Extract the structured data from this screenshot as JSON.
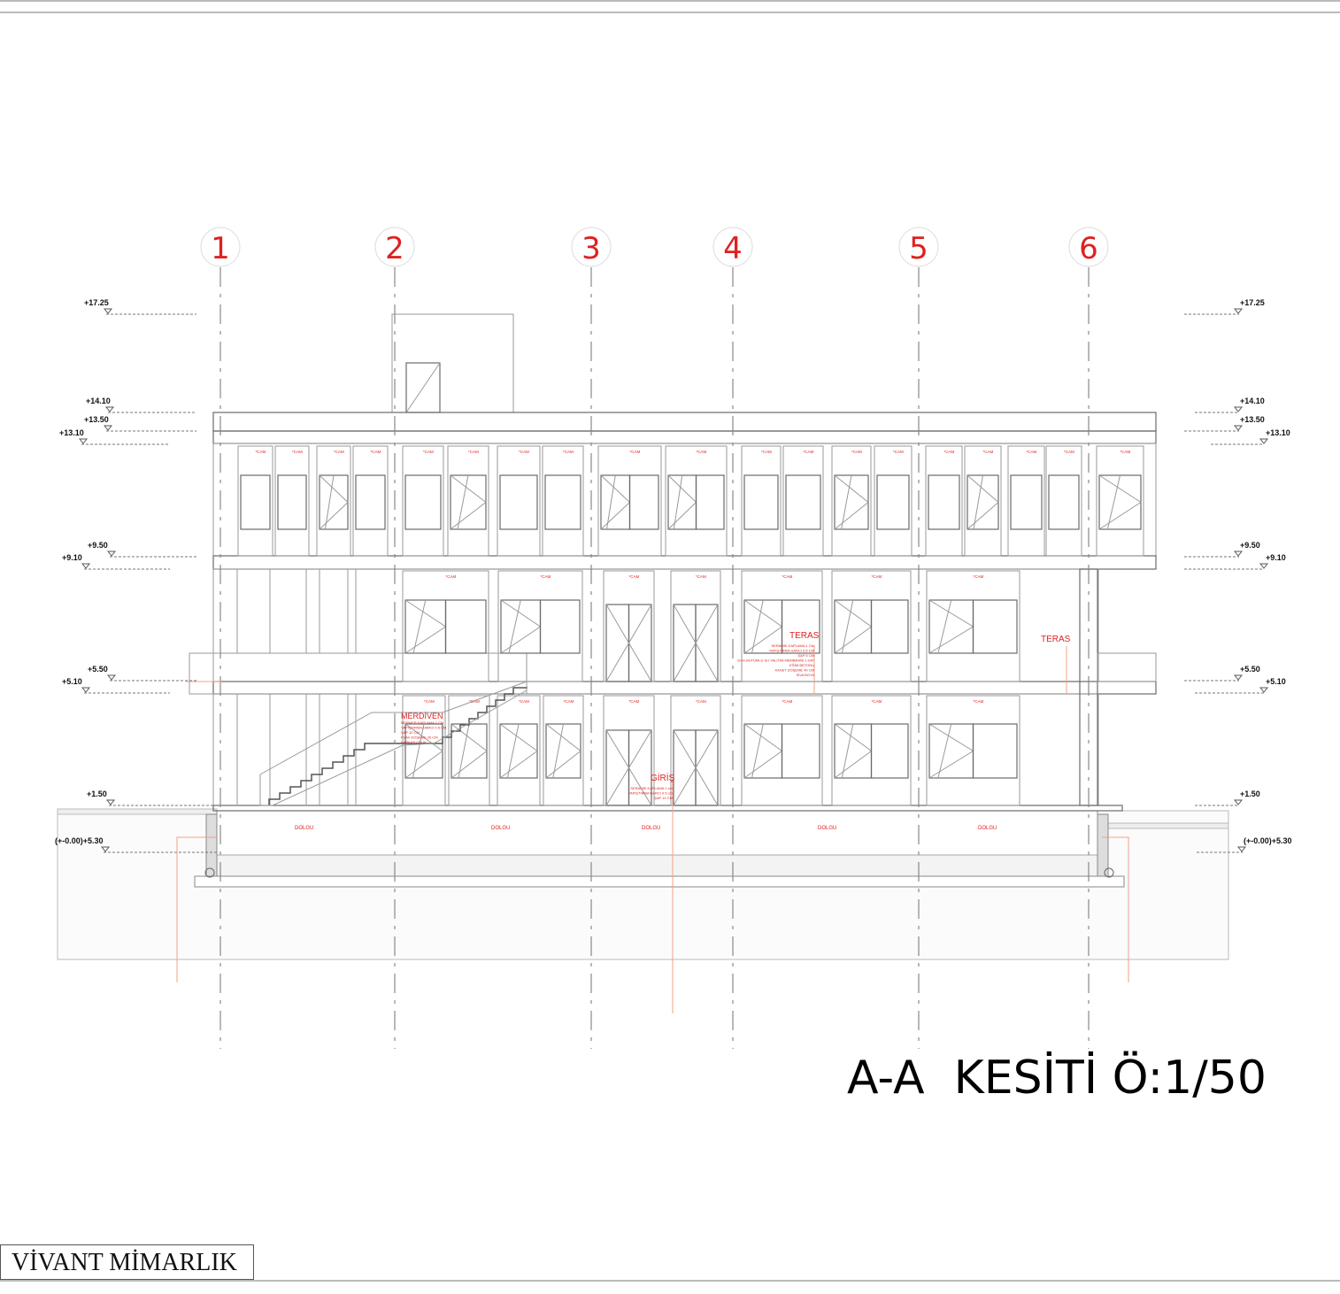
{
  "drawing": {
    "title": "A-A  KESİTİ Ö:1/50",
    "firm": "VİVANT MİMARLIK"
  },
  "axes": [
    "1",
    "2",
    "3",
    "4",
    "5",
    "6"
  ],
  "levels_left": [
    "+17.25",
    "+14.10",
    "+13.50",
    "+13.10",
    "+9.50",
    "+9.10",
    "+5.50",
    "+5.10",
    "+1.50",
    "(+-0.00)+5.30"
  ],
  "levels_right": [
    "+17.25",
    "+14.10",
    "+13.50",
    "+13.10",
    "+9.50",
    "+9.10",
    "+5.50",
    "+5.10",
    "+1.50",
    "(+-0.00)+5.30"
  ],
  "labels": {
    "teras": "TERAS",
    "merdiven": "MERDİVEN",
    "giris": "GİRİŞ",
    "dolgu": "DOLGU",
    "cam": "*CAM"
  },
  "notes": {
    "teras": [
      "SERAMİK KAPLAMA 1 CM",
      "YAPIŞTIRMA HARCI 0.5 CM",
      "ŞAP 5 CM",
      "2mm BÜTÜMLÜ SU YALITIM MEMBRANI 1 KAT",
      "EĞİM BETONU",
      "KASET DÖŞEME 40 CM",
      "SIVA BOYA"
    ],
    "merdiven": [
      "MERMER KAPLAMA 2 CM",
      "YAPIŞTIRMA HARCI 0.5 CM",
      "ŞAP 10 CM",
      "PLAK DÖŞEME 20 CM",
      "KARKAS ÇELİK"
    ],
    "giris": [
      "SERAMİK KAPLAMA 1 cm",
      "YAPIŞTIRMA HARCI 0.5 cm",
      "ŞAP 10 CM"
    ]
  },
  "colors": {
    "annotation": "#e02020",
    "line": "#9a9a9a"
  }
}
